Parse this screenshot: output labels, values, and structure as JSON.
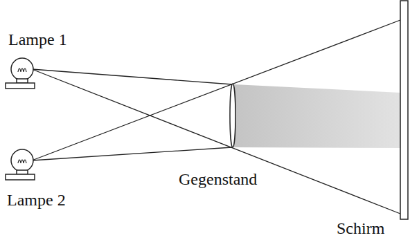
{
  "diagram": {
    "labels": [
      "Lampe 1",
      "Lampe 2",
      "Gegenstand",
      "Schirm"
    ]
  }
}
